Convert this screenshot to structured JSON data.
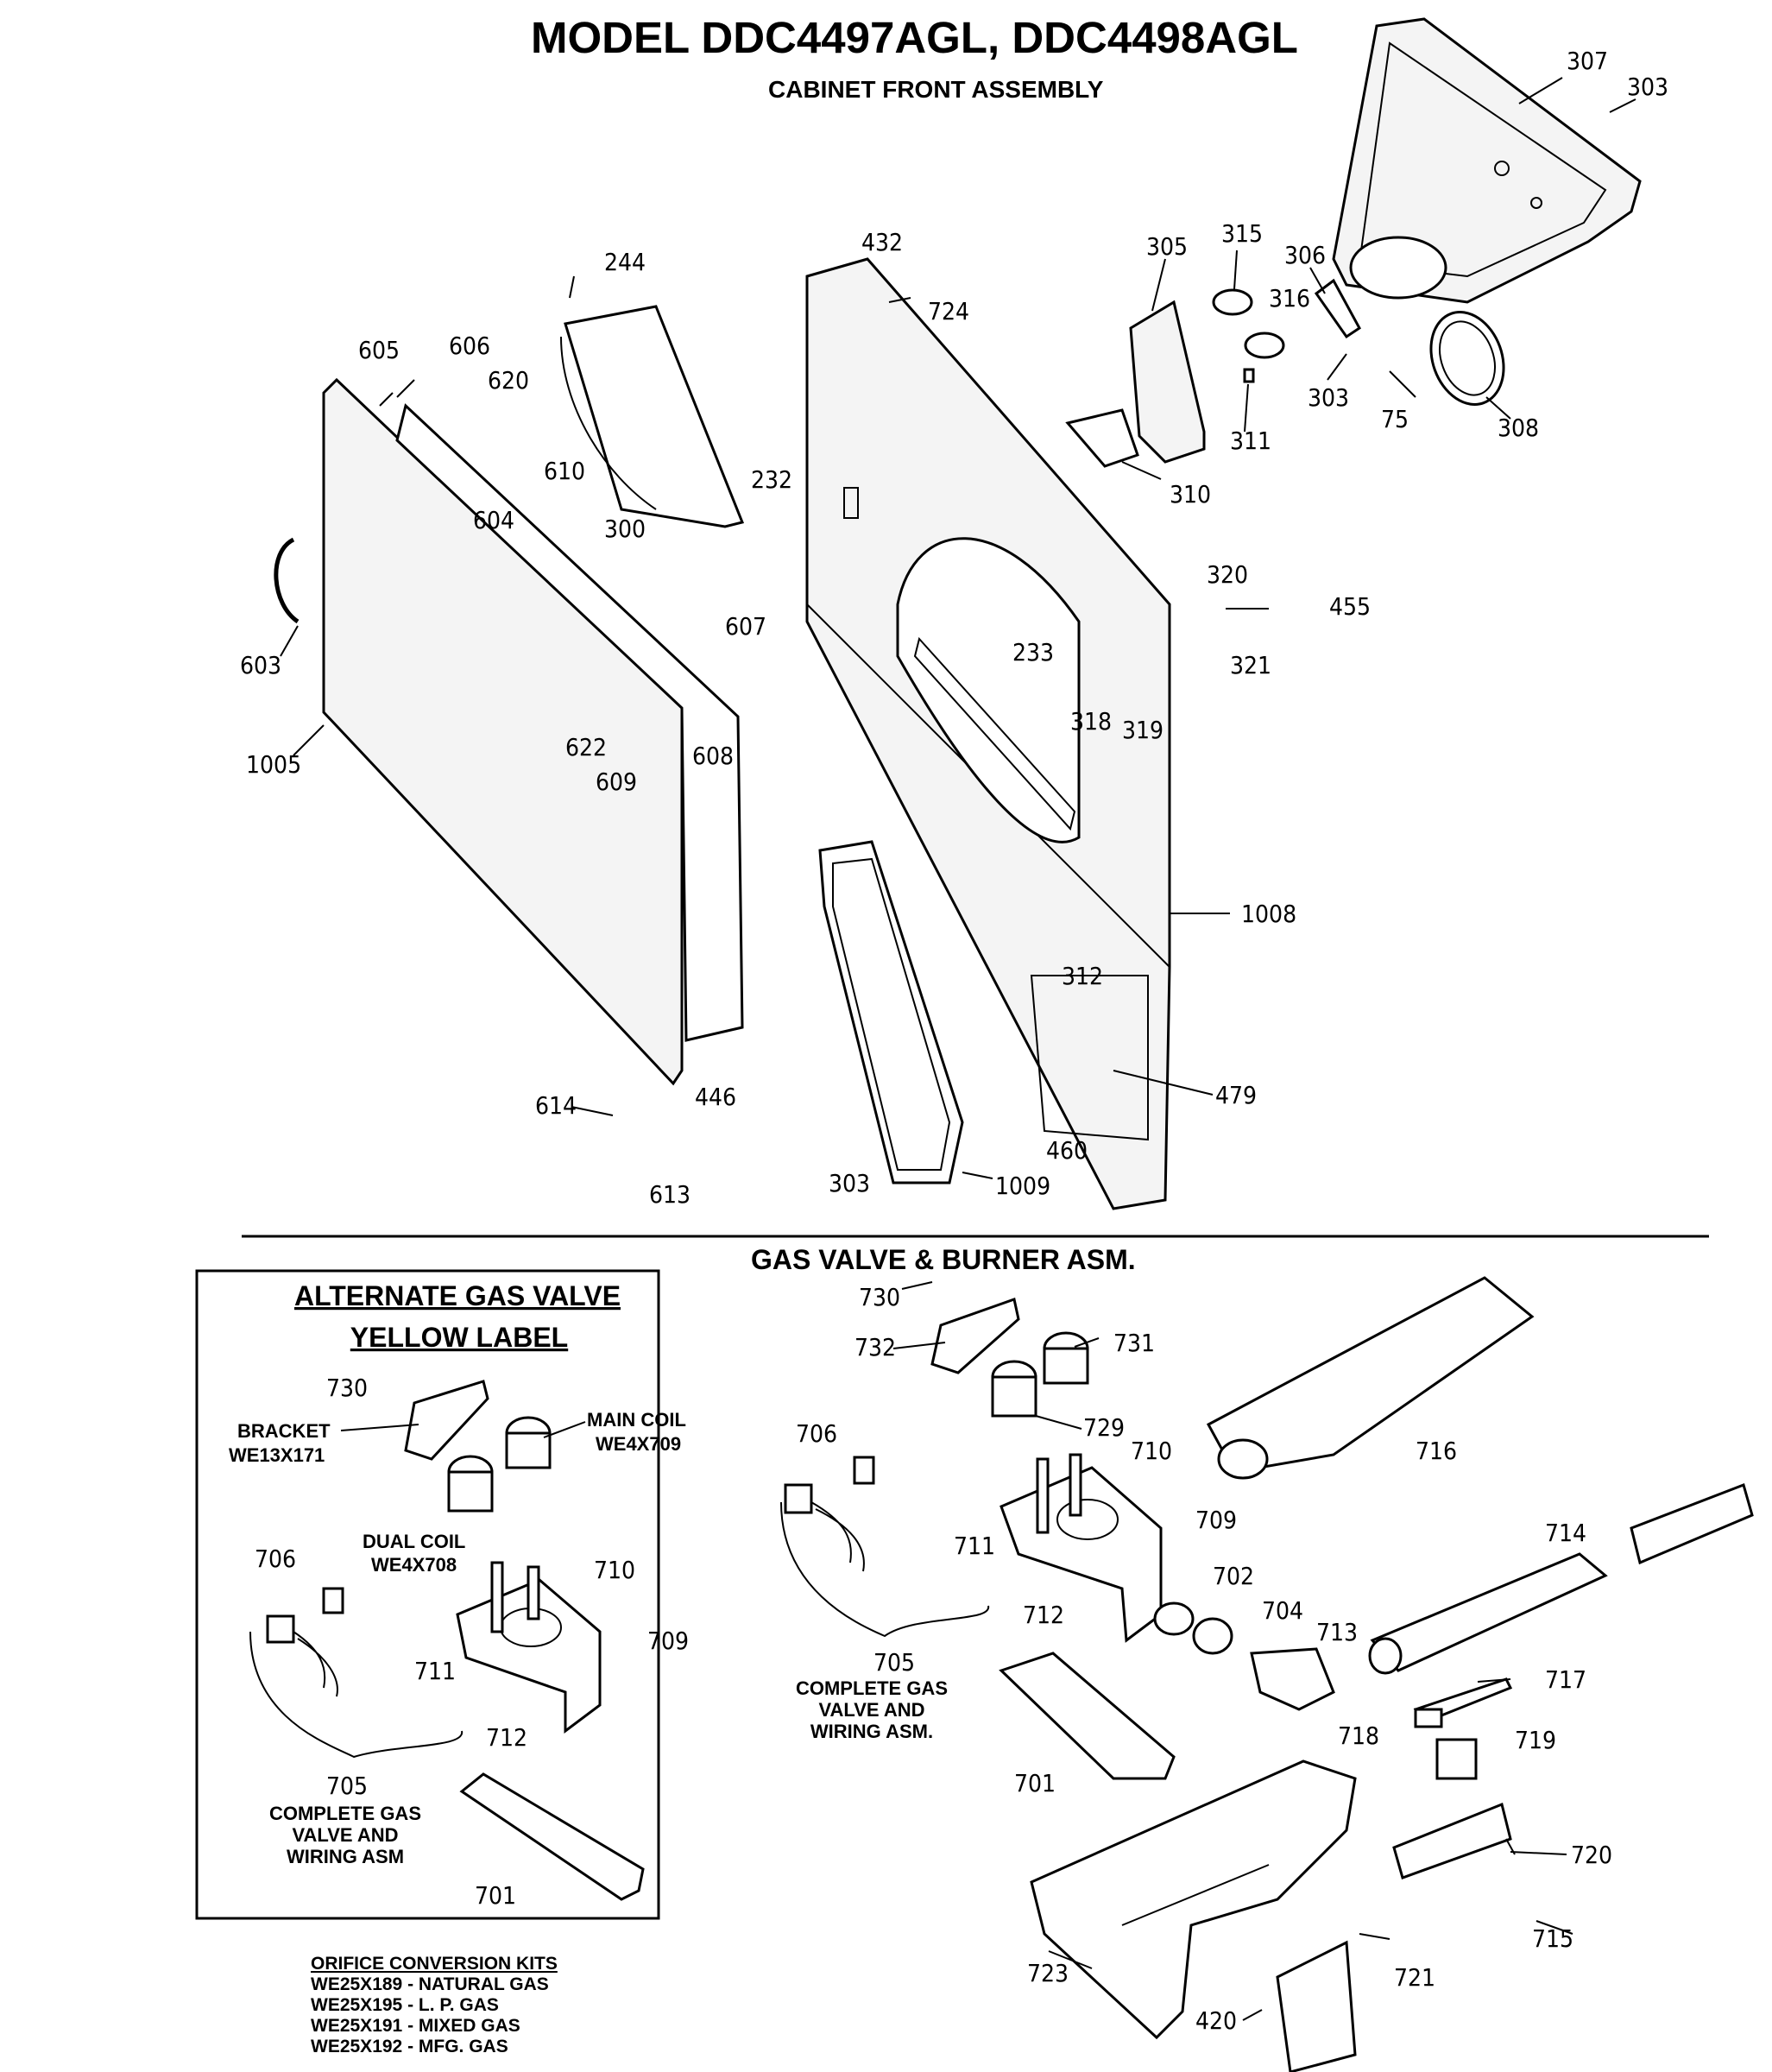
{
  "header": {
    "title": "MODEL DDC4497AGL, DDC4498AGL",
    "subtitle": "CABINET FRONT ASSEMBLY"
  },
  "gas_section": {
    "title": "GAS VALVE & BURNER ASM.",
    "complete_label": [
      "COMPLETE GAS",
      "VALVE AND",
      "WIRING ASM."
    ]
  },
  "alternate_box": {
    "title_line1": "ALTERNATE GAS VALVE",
    "title_line2": "YELLOW LABEL",
    "bracket": "BRACKET",
    "bracket_part": "WE13X171",
    "main_coil": "MAIN COIL",
    "main_coil_part": "WE4X709",
    "dual_coil": "DUAL COIL",
    "dual_coil_part": "WE4X708",
    "complete_label": [
      "COMPLETE GAS",
      "VALVE AND",
      "WIRING ASM"
    ]
  },
  "orifice_kits": {
    "title": "ORIFICE CONVERSION KITS",
    "items": [
      "WE25X189 - NATURAL GAS",
      "WE25X195 - L. P. GAS",
      "WE25X191 - MIXED GAS",
      "WE25X192 - MFG. GAS"
    ]
  },
  "callouts": {
    "top": [
      "307",
      "303",
      "305",
      "315",
      "306",
      "316",
      "303",
      "75",
      "308",
      "311",
      "310",
      "432",
      "724",
      "244",
      "605",
      "606",
      "620",
      "610",
      "604",
      "300",
      "232",
      "603",
      "607",
      "622",
      "608",
      "609",
      "1005",
      "233",
      "318",
      "319",
      "320",
      "321",
      "455",
      "1008",
      "312",
      "479",
      "614",
      "446",
      "613",
      "303",
      "1009",
      "460"
    ],
    "gas": [
      "730",
      "732",
      "731",
      "729",
      "706",
      "710",
      "709",
      "711",
      "712",
      "702",
      "704",
      "713",
      "705",
      "716",
      "714",
      "717",
      "718",
      "719",
      "701",
      "720",
      "715",
      "723",
      "721",
      "420"
    ],
    "alt": [
      "730",
      "706",
      "710",
      "709",
      "711",
      "712",
      "705",
      "701"
    ]
  }
}
